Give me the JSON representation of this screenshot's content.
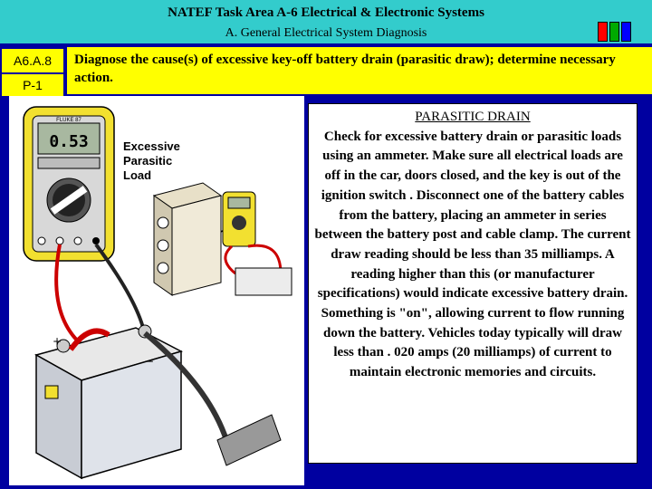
{
  "header": {
    "title": "NATEF Task Area A-6 Electrical & Electronic Systems",
    "subtitle": "A.  General Electrical System Diagnosis",
    "flag_colors": [
      "#ff0000",
      "#00aa00",
      "#0000ff"
    ]
  },
  "task": {
    "code": "A6.A.8",
    "priority": "P-1",
    "description": "Diagnose the cause(s) of excessive key-off battery drain (parasitic draw); determine necessary action."
  },
  "illustration": {
    "label_line1": "Excessive",
    "label_line2": "Parasitic",
    "label_line3": "Load",
    "meter_reading": "0.53",
    "meter_brand": "FLUKE 87"
  },
  "content": {
    "title": "PARASITIC DRAIN",
    "body": "Check for excessive battery drain or parasitic loads using an ammeter. Make sure all electrical loads are off in the car, doors closed, and the key is out of the ignition switch . Disconnect one of the battery cables from the battery, placing an ammeter in series between the battery post and cable clamp. The current draw reading should be less than 35 milliamps. A reading higher than this (or manufacturer specifications) would indicate excessive battery drain. Something is \"on\", allowing current to flow running down the battery. Vehicles today typically will draw less than . 020 amps (20 milliamps) of current to maintain electronic memories and circuits."
  }
}
